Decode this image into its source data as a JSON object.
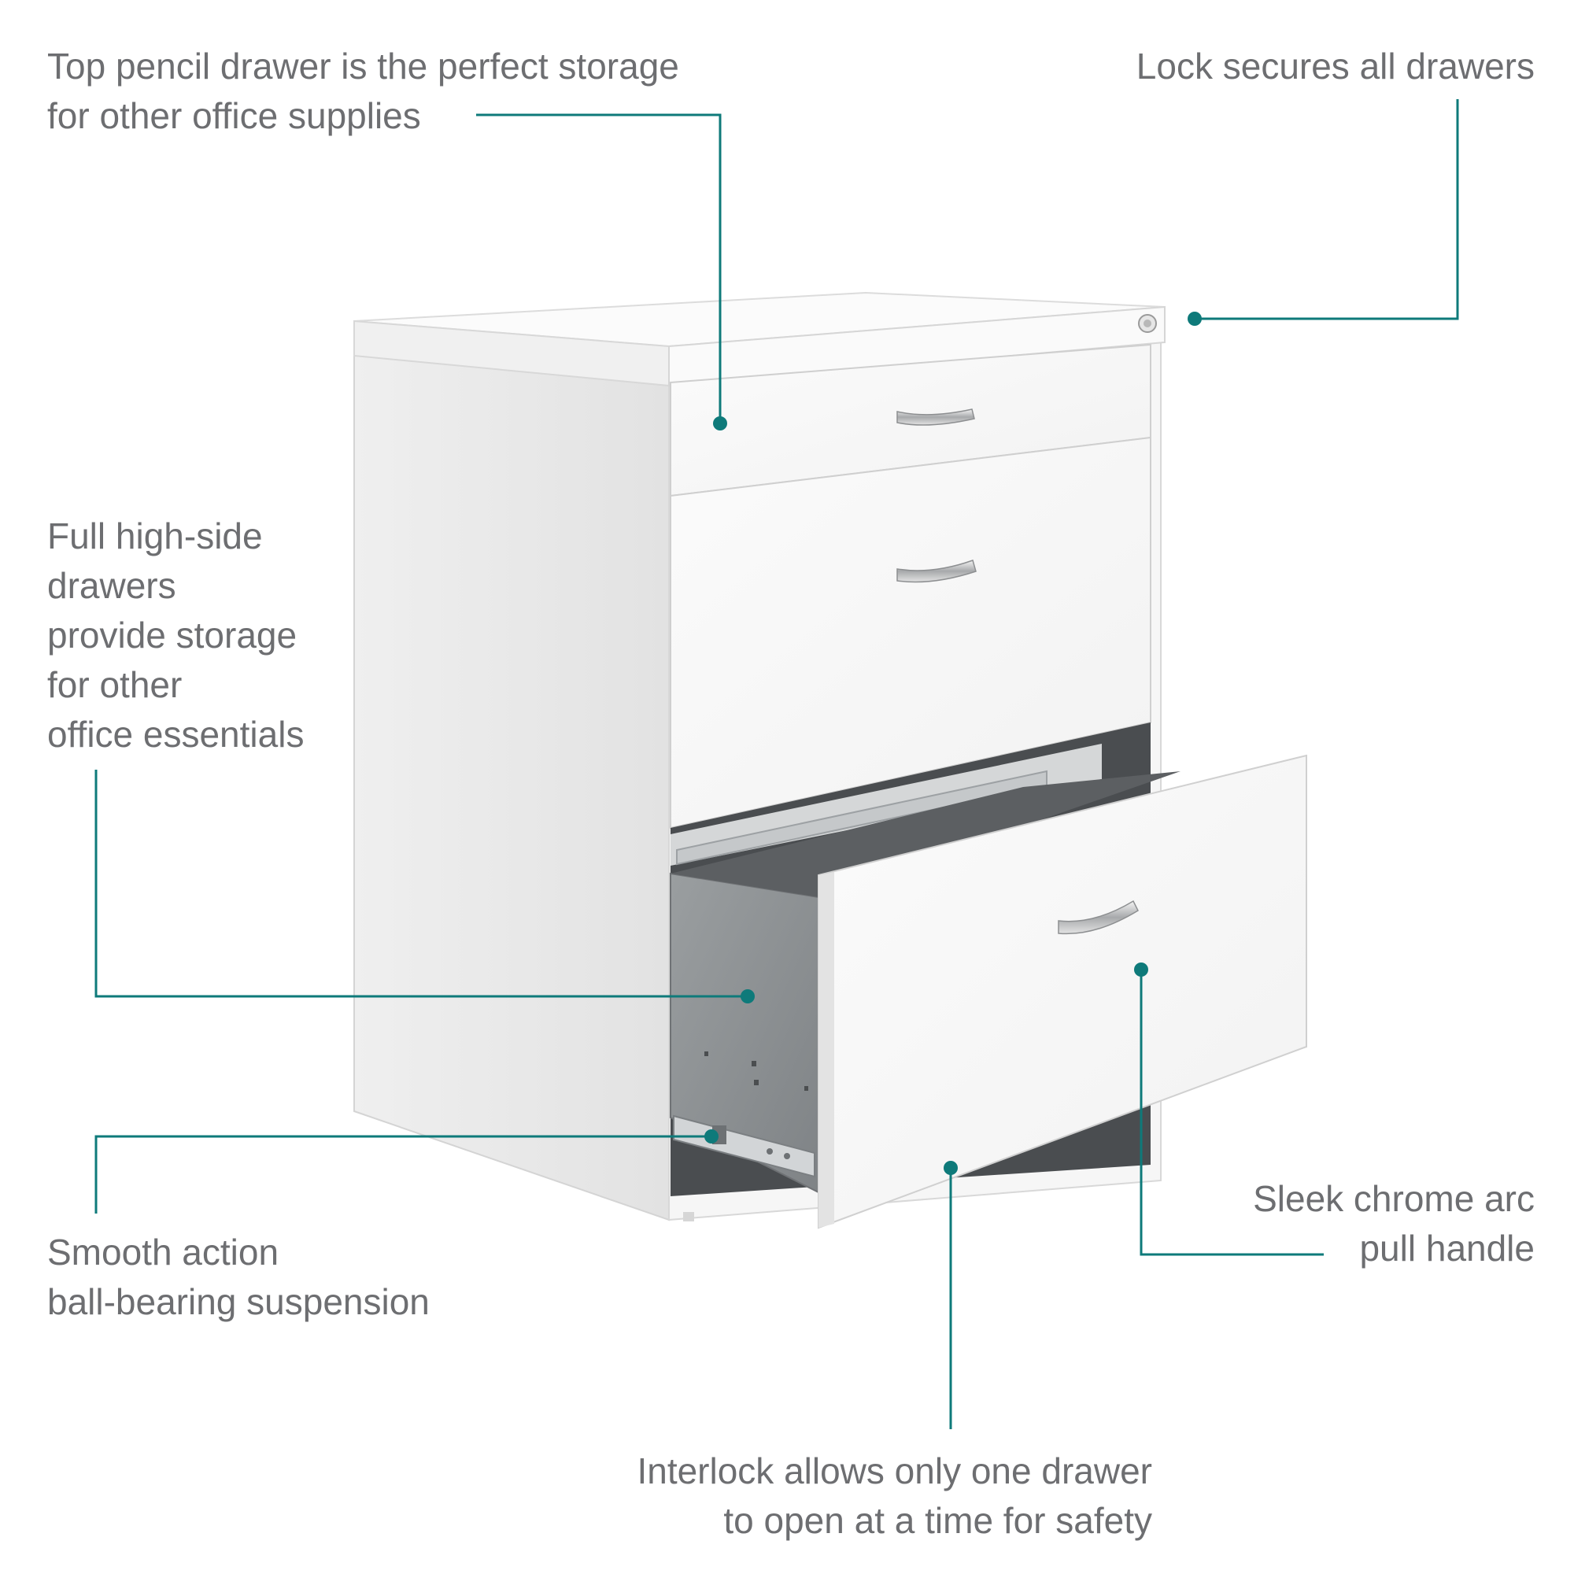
{
  "colors": {
    "accent": "#0e7a7a",
    "text": "#6d6e71",
    "cabinet": "#ffffff",
    "cabinet_shade": "#e6e6e6",
    "drawer_interior": "#8f9395"
  },
  "product": {
    "name": "white lateral file cabinet",
    "drawer_count": 3
  },
  "callouts": {
    "top_drawer": {
      "lines": [
        "Top pencil drawer is the perfect storage",
        "for other office supplies"
      ]
    },
    "lock": {
      "lines": [
        "Lock secures all drawers"
      ]
    },
    "high_side": {
      "lines": [
        "Full high-side",
        "drawers",
        "provide storage",
        "for other",
        "office essentials"
      ]
    },
    "suspension": {
      "lines": [
        "Smooth action",
        "ball-bearing suspension"
      ]
    },
    "handle": {
      "lines": [
        "Sleek chrome arc",
        "pull handle"
      ]
    },
    "interlock": {
      "lines": [
        "Interlock allows only one drawer",
        "to open at a time for safety"
      ]
    }
  }
}
